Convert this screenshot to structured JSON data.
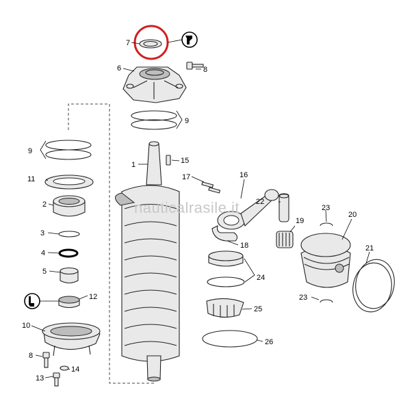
{
  "watermark": "nauticalrasile.it",
  "highlight_color": "#d21f1f",
  "labels": {
    "p7": "7",
    "p6": "6",
    "p8a": "8",
    "p9a": "9",
    "p9b": "9",
    "p1": "1",
    "p15": "15",
    "p11": "11",
    "p17": "17",
    "p16": "16",
    "p2": "2",
    "p22": "22",
    "p23a": "23",
    "p20": "20",
    "p3": "3",
    "p19": "19",
    "p4": "4",
    "p18": "18",
    "p21": "21",
    "p5": "5",
    "p24": "24",
    "p12": "12",
    "p23b": "23",
    "p25": "25",
    "p10": "10",
    "p26": "26",
    "p8b": "8",
    "p14": "14",
    "p13": "13"
  },
  "icons": {
    "sealant_top": "sealant-tube-icon",
    "sealant_left": "sealant-tube-icon"
  }
}
